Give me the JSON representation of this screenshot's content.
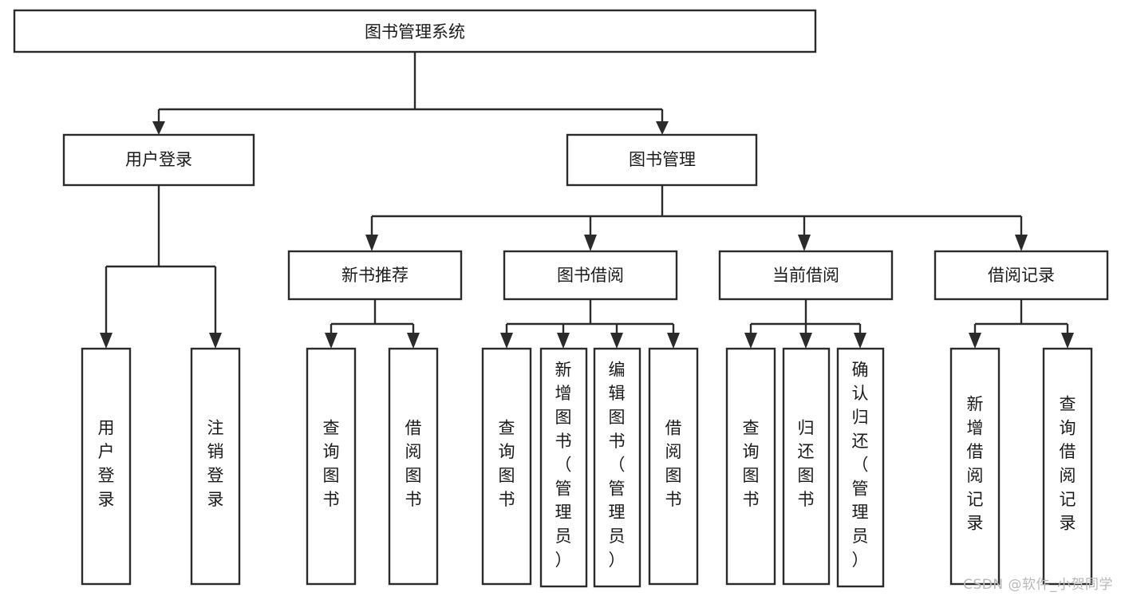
{
  "diagram": {
    "title": "图书管理系统",
    "type": "tree-hierarchy",
    "watermark": "CSDN @软件_小贺同学",
    "root": {
      "id": "root",
      "label": "图书管理系统"
    },
    "level2": [
      {
        "id": "user-login",
        "label": "用户登录"
      },
      {
        "id": "book-management",
        "label": "图书管理"
      }
    ],
    "level3": [
      {
        "id": "new-book-recommend",
        "label": "新书推荐",
        "parent": "book-management"
      },
      {
        "id": "book-borrow",
        "label": "图书借阅",
        "parent": "book-management"
      },
      {
        "id": "current-borrow",
        "label": "当前借阅",
        "parent": "book-management"
      },
      {
        "id": "borrow-record",
        "label": "借阅记录",
        "parent": "book-management"
      }
    ],
    "leaves": [
      {
        "id": "leaf-user-login",
        "label": "用户登录",
        "parent": "user-login"
      },
      {
        "id": "leaf-logout-login",
        "label": "注销登录",
        "parent": "user-login"
      },
      {
        "id": "leaf-query-book-1",
        "label": "查询图书",
        "parent": "new-book-recommend"
      },
      {
        "id": "leaf-borrow-book-1",
        "label": "借阅图书",
        "parent": "new-book-recommend"
      },
      {
        "id": "leaf-query-book-2",
        "label": "查询图书",
        "parent": "book-borrow"
      },
      {
        "id": "leaf-add-book",
        "label": "新增图书（管理员）",
        "parent": "book-borrow"
      },
      {
        "id": "leaf-edit-book",
        "label": "编辑图书（管理员）",
        "parent": "book-borrow"
      },
      {
        "id": "leaf-borrow-book-2",
        "label": "借阅图书",
        "parent": "book-borrow"
      },
      {
        "id": "leaf-query-book-3",
        "label": "查询图书",
        "parent": "current-borrow"
      },
      {
        "id": "leaf-return-book",
        "label": "归还图书",
        "parent": "current-borrow"
      },
      {
        "id": "leaf-confirm-return",
        "label": "确认归还（管理员）",
        "parent": "current-borrow"
      },
      {
        "id": "leaf-add-record",
        "label": "新增借阅记录",
        "parent": "borrow-record"
      },
      {
        "id": "leaf-query-record",
        "label": "查询借阅记录",
        "parent": "borrow-record"
      }
    ],
    "colors": {
      "stroke": "#2b2b2b",
      "fill": "#ffffff",
      "text": "#1a1a1a",
      "watermark": "#b8b8b8"
    }
  }
}
